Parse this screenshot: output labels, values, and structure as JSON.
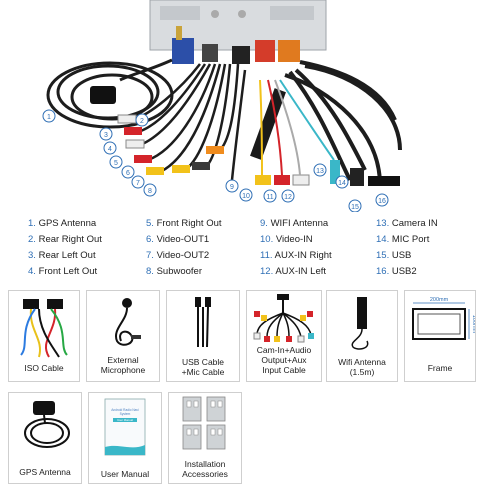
{
  "legend": [
    {
      "num": "1.",
      "label": "GPS Antenna"
    },
    {
      "num": "2.",
      "label": "Rear Right Out"
    },
    {
      "num": "3.",
      "label": "Rear Left Out"
    },
    {
      "num": "4.",
      "label": "Front Left Out"
    },
    {
      "num": "5.",
      "label": "Front Right Out"
    },
    {
      "num": "6.",
      "label": "Video-OUT1"
    },
    {
      "num": "7.",
      "label": "Video-OUT2"
    },
    {
      "num": "8.",
      "label": "Subwoofer"
    },
    {
      "num": "9.",
      "label": "WIFI Antenna"
    },
    {
      "num": "10.",
      "label": "Video-IN"
    },
    {
      "num": "11.",
      "label": "AUX-IN Right"
    },
    {
      "num": "12.",
      "label": "AUX-IN Left"
    },
    {
      "num": "13.",
      "label": "Camera IN"
    },
    {
      "num": "14.",
      "label": "MIC Port"
    },
    {
      "num": "15.",
      "label": "USB"
    },
    {
      "num": "16.",
      "label": "USB2"
    }
  ],
  "callouts": [
    "1",
    "2",
    "3",
    "4",
    "5",
    "6",
    "7",
    "8",
    "9",
    "10",
    "11",
    "12",
    "13",
    "14",
    "15",
    "16"
  ],
  "cards": [
    {
      "lines": [
        "ISO Cable"
      ]
    },
    {
      "lines": [
        "External",
        "Microphone"
      ]
    },
    {
      "lines": [
        "USB Cable",
        "+Mic Cable"
      ]
    },
    {
      "lines": [
        "Cam-In+Audio",
        "Output+Aux",
        "Input Cable"
      ]
    },
    {
      "lines": [
        "Wifi Antenna",
        "(1.5m)"
      ]
    },
    {
      "lines": [
        "Frame"
      ]
    },
    {
      "lines": [
        "GPS Antenna"
      ]
    },
    {
      "lines": [
        "User Manual"
      ]
    },
    {
      "lines": [
        "Installation",
        "Accessories"
      ]
    }
  ],
  "frame_dims": {
    "width": "200mm",
    "height": "100mm"
  },
  "manual_cover": {
    "line1": "Android Radio Navi",
    "line2": "System",
    "line3": "User Manual"
  },
  "colors": {
    "accent": "#2f6fb5",
    "cable": "#1d1d1d",
    "red": "#d4242a",
    "yellow": "#f2c21a",
    "white": "#eeeeee",
    "orange": "#f08c1e",
    "cyan": "#3ab7c8"
  }
}
